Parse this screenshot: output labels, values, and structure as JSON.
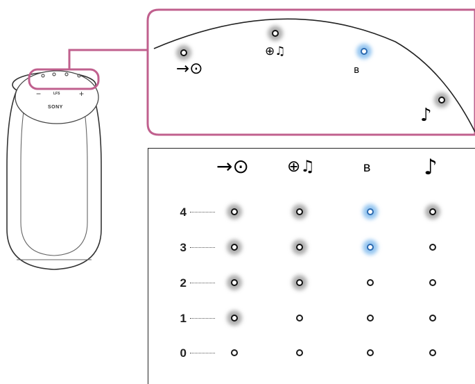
{
  "speaker": {
    "brand": "SONY",
    "minus_label": "−",
    "plus_label": "+",
    "center_label": "LFS"
  },
  "callout": {
    "border_color": "#c0608e",
    "leds": [
      {
        "id": "input",
        "state": "on"
      },
      {
        "id": "network",
        "state": "on"
      },
      {
        "id": "bluetooth",
        "state": "bt"
      },
      {
        "id": "music",
        "state": "on"
      }
    ]
  },
  "table": {
    "columns": [
      {
        "name": "input",
        "icon": "input-icon"
      },
      {
        "name": "network-music",
        "icon": "network-music-icon"
      },
      {
        "name": "bluetooth",
        "icon": "bluetooth-icon"
      },
      {
        "name": "music",
        "icon": "music-note-icon"
      }
    ],
    "rows": [
      {
        "level": "4",
        "states": [
          "on",
          "on",
          "bt",
          "on"
        ]
      },
      {
        "level": "3",
        "states": [
          "on",
          "on",
          "bt",
          "off"
        ]
      },
      {
        "level": "2",
        "states": [
          "on",
          "on",
          "off",
          "off"
        ]
      },
      {
        "level": "1",
        "states": [
          "on",
          "off",
          "off",
          "off"
        ]
      },
      {
        "level": "0",
        "states": [
          "off",
          "off",
          "off",
          "off"
        ]
      }
    ]
  },
  "colors": {
    "accent": "#c0608e",
    "bluetooth_glow": "#50a0e6",
    "lit_glow": "#6e6e6e"
  }
}
